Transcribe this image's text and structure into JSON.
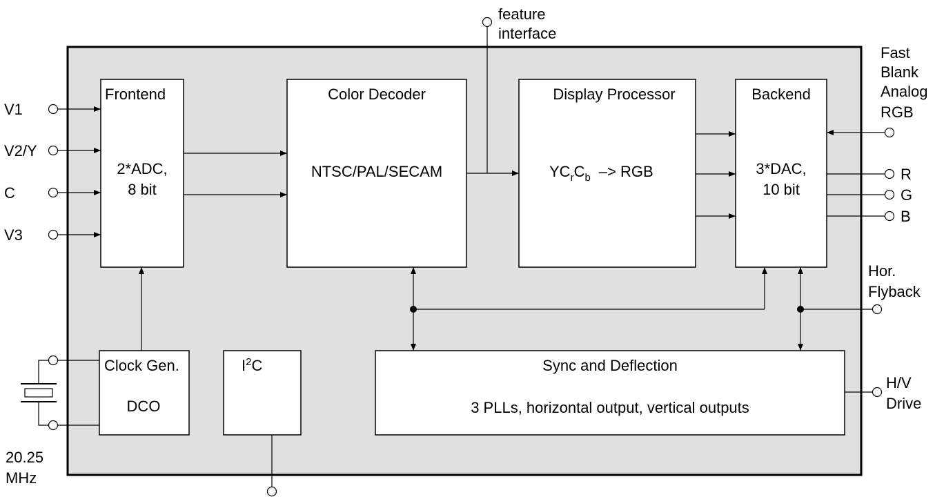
{
  "blocks": {
    "frontend": {
      "title": "Frontend",
      "line1": "2*ADC,",
      "line2": "8 bit"
    },
    "color_decoder": {
      "title": "Color Decoder",
      "body": "NTSC/PAL/SECAM"
    },
    "display_processor": {
      "title": "Display Processor",
      "yc": "YC",
      "sub_r": "r",
      "c": "C",
      "sub_b": "b",
      "arrow_text": "–> RGB"
    },
    "backend": {
      "title": "Backend",
      "line1": "3*DAC,",
      "line2": "10 bit"
    },
    "clock_gen": {
      "title": "Clock Gen.",
      "body": "DCO"
    },
    "i2c": {
      "prefix": "I",
      "sup": "2",
      "suffix": "C"
    },
    "sync_deflection": {
      "title": "Sync and Deflection",
      "body": "3 PLLs, horizontal output, vertical outputs"
    }
  },
  "pins": {
    "v1": "V1",
    "v2y": "V2/Y",
    "c": "C",
    "v3": "V3",
    "feature_line1": "feature",
    "feature_line2": "interface",
    "fast_blank": [
      "Fast",
      "Blank",
      "Analog",
      "RGB"
    ],
    "r": "R",
    "g": "G",
    "b": "B",
    "hor_flyback": [
      "Hor.",
      "Flyback"
    ],
    "hv_drive": [
      "H/V",
      "Drive"
    ],
    "crystal": [
      "20.25",
      "MHz"
    ]
  },
  "colors": {
    "chip_fill": "#e0e0e0",
    "block_fill": "#ffffff",
    "line": "#000000"
  }
}
